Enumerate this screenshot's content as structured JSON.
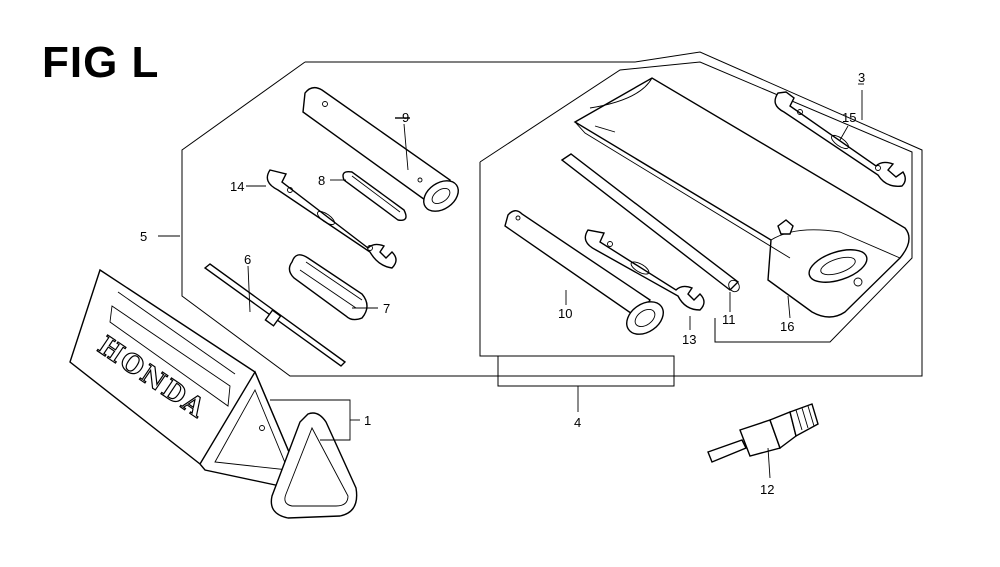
{
  "figure": {
    "title": "FIG L"
  },
  "brand": {
    "text": "HONDA"
  },
  "callouts": [
    "1",
    "3",
    "4",
    "5",
    "6",
    "7",
    "8",
    "9",
    "10",
    "11",
    "12",
    "13",
    "14",
    "15",
    "16"
  ]
}
